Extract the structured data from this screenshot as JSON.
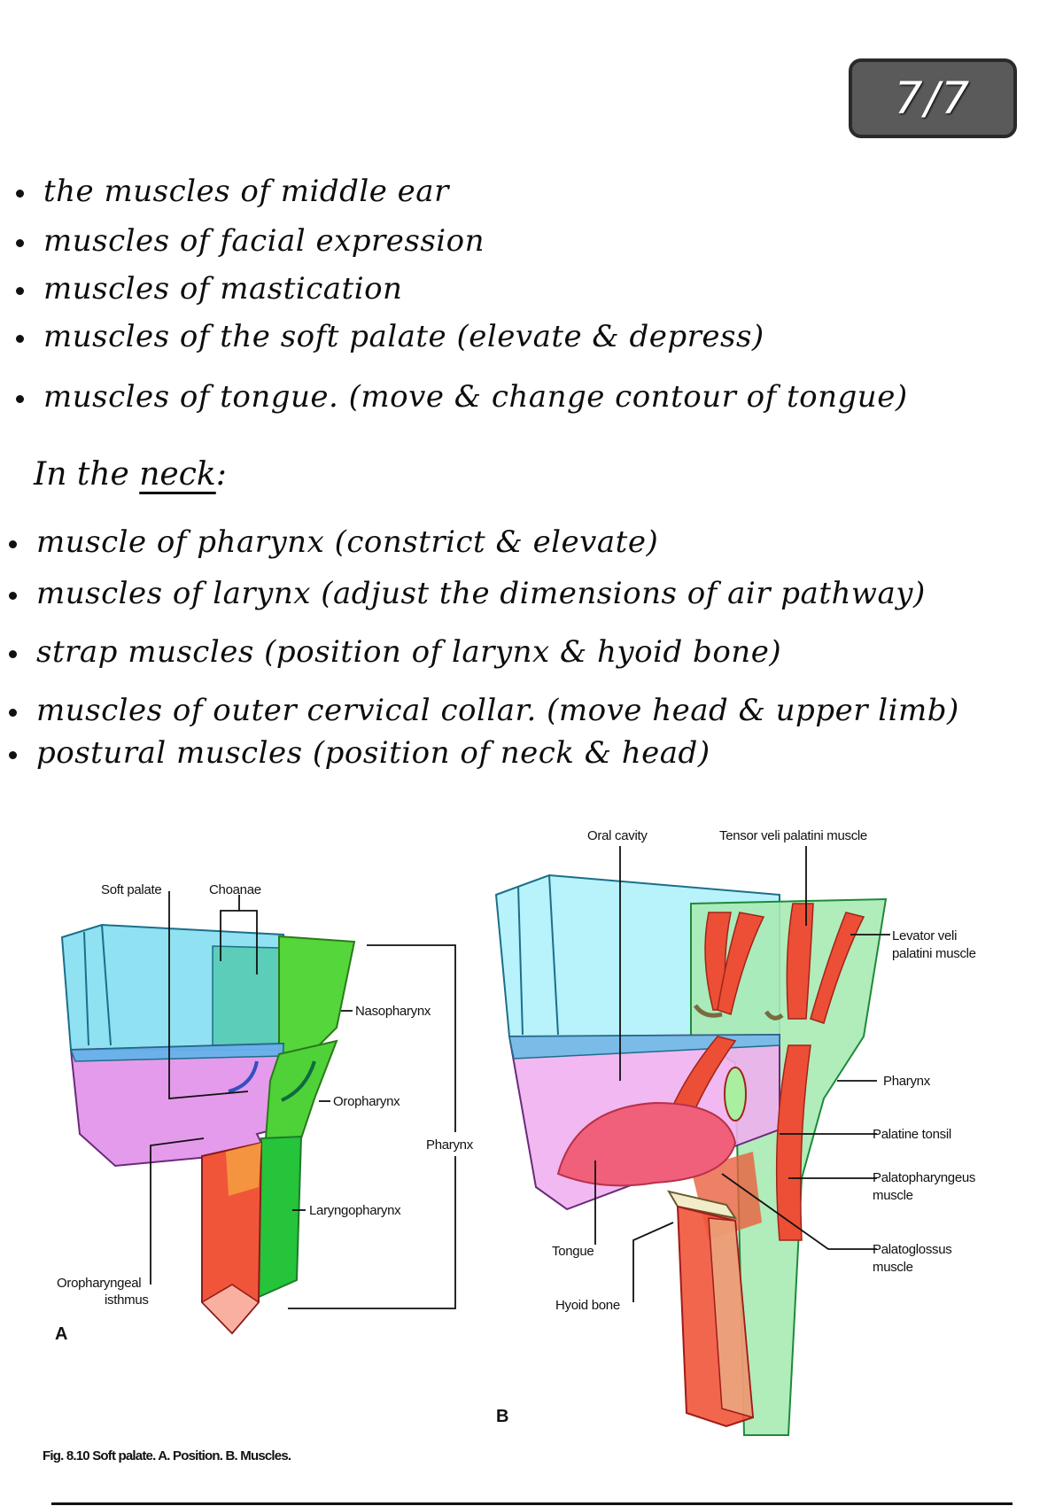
{
  "page_indicator": "7/7",
  "head_muscles": [
    "the muscles of middle ear",
    "muscles of facial expression",
    "muscles of mastication",
    "muscles of the soft palate (elevate & depress)",
    "muscles of tongue. (move & change contour of tongue)"
  ],
  "neck_heading": {
    "prefix": "In the ",
    "emphasis": "neck",
    "suffix": ":"
  },
  "neck_muscles": [
    "muscle of pharynx (constrict & elevate)",
    "muscles of larynx (adjust the dimensions of air pathway)",
    "strap muscles (position of larynx & hyoid bone)",
    "muscles of outer cervical collar. (move head & upper limb)",
    "postural muscles (position of neck & head)"
  ],
  "figure": {
    "panel_a": {
      "letter": "A",
      "labels": {
        "soft_palate": "Soft palate",
        "choanae": "Choanae",
        "nasopharynx": "Nasopharynx",
        "oropharynx": "Oropharynx",
        "pharynx": "Pharynx",
        "laryngopharynx": "Laryngopharynx",
        "isthmus_line1": "Oropharyngeal",
        "isthmus_line2": "isthmus"
      }
    },
    "panel_b": {
      "letter": "B",
      "labels": {
        "oral_cavity": "Oral cavity",
        "tensor": "Tensor veli palatini muscle",
        "levator_line1": "Levator veli",
        "levator_line2": "palatini muscle",
        "pharynx": "Pharynx",
        "palatine_tonsil": "Palatine tonsil",
        "palatopharyngeus_line1": "Palatopharyngeus",
        "palatopharyngeus_line2": "muscle",
        "palatoglossus_line1": "Palatoglossus",
        "palatoglossus_line2": "muscle",
        "tongue": "Tongue",
        "hyoid": "Hyoid bone"
      }
    },
    "caption": "Fig. 8.10 Soft palate. A. Position. B. Muscles."
  },
  "colors": {
    "nasal_blue": "#7ddcf0",
    "oral_purple": "#e08ae8",
    "pharynx_green": "#55d63a",
    "larynx_red": "#f0553a",
    "muscle_red": "#ec4f35",
    "tongue_pink": "#f0607a",
    "badge_gray": "#5a5a5a"
  }
}
